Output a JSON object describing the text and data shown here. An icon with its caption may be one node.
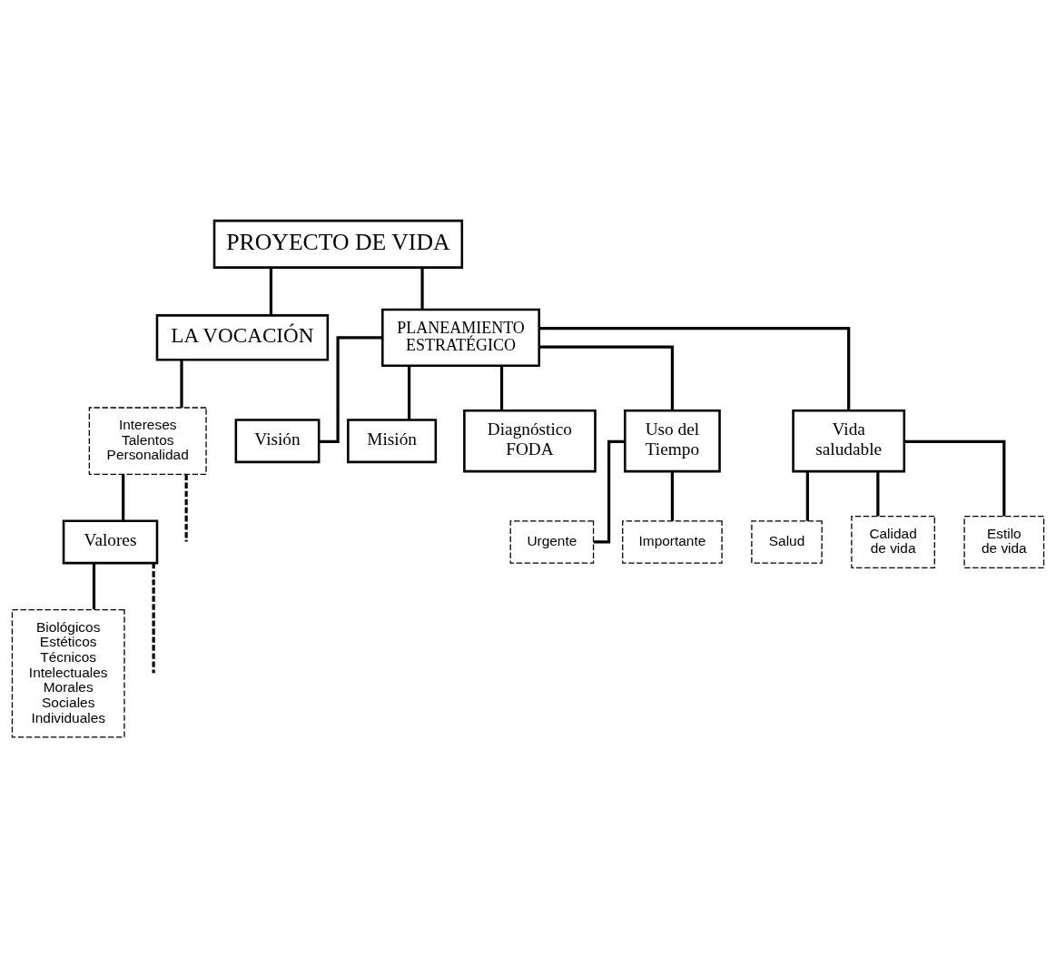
{
  "diagram": {
    "nodes": [
      {
        "text": [
          "PROYECTO DE VIDA"
        ]
      },
      {
        "text": [
          "LA VOCACIÓN"
        ]
      },
      {
        "text": [
          "Intereses Talentos Personalidad"
        ]
      },
      {
        "text": [
          "PLANEAMIENTO ESTRATÉGICO"
        ]
      },
      {
        "text": [
          "Valores"
        ]
      },
      {
        "text": [
          "Visión"
        ]
      },
      {
        "text": [
          "Misión"
        ]
      },
      {
        "text": [
          "Diagnóstico FODA"
        ]
      },
      {
        "text": [
          "Biológicos Estéticos Técnicos Intelectuales Morales Sociales Individuales"
        ]
      },
      {
        "text": [
          "Uso del Tiempo"
        ]
      },
      {
        "text": [
          "Vida saludable"
        ]
      },
      {
        "text": [
          "Urgente"
        ]
      },
      {
        "text": [
          "Importante"
        ]
      },
      {
        "text": [
          "Salud"
        ]
      },
      {
        "text": [
          "Calidad de vida"
        ]
      },
      {
        "text": [
          "Estilo de vida"
        ]
      }
    ],
    "edges": [
      {
        "from": 0,
        "to": 1,
        "arrow": "none"
      },
      {
        "from": 0,
        "to": 3,
        "arrow": "none"
      },
      {
        "from": 1,
        "to": 2,
        "arrow": "none"
      },
      {
        "from": 2,
        "to": null,
        "arrow": "none",
        "style": "dashed"
      },
      {
        "from": 2,
        "to": 4,
        "arrow": "none"
      },
      {
        "from": 4,
        "to": null,
        "arrow": "none",
        "style": "dashed"
      },
      {
        "from": 4,
        "to": 8,
        "arrow": "none"
      },
      {
        "from": 3,
        "to": 5,
        "arrow": "none"
      },
      {
        "from": 3,
        "to": 6,
        "arrow": "none"
      },
      {
        "from": 3,
        "to": 7,
        "arrow": "none"
      },
      {
        "from": 3,
        "to": 9,
        "arrow": "none"
      },
      {
        "from": 3,
        "to": 10,
        "arrow": "none"
      },
      {
        "from": 9,
        "to": 11,
        "arrow": "none"
      },
      {
        "from": 9,
        "to": 12,
        "arrow": "none"
      },
      {
        "from": 10,
        "to": 13,
        "arrow": "none"
      },
      {
        "from": 10,
        "to": 14,
        "arrow": "none"
      },
      {
        "from": 10,
        "to": 15,
        "arrow": "none"
      }
    ]
  }
}
